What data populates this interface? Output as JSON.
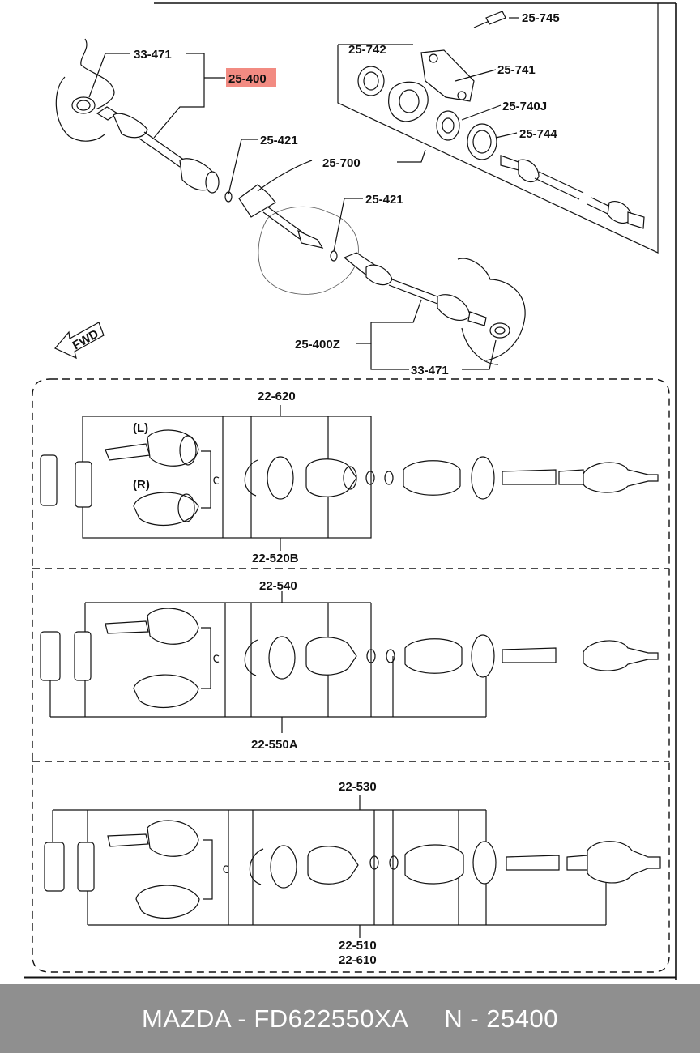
{
  "header_labels": {
    "p33_471_top": "33-471",
    "p25_400": "25-400",
    "p25_421_a": "25-421",
    "p25_421_b": "25-421",
    "p25_700": "25-700",
    "p25_745": "25-745",
    "p25_742": "25-742",
    "p25_741": "25-741",
    "p25_740j": "25-740J",
    "p25_744": "25-744",
    "p25_400z": "25-400Z",
    "p33_471_bottom": "33-471",
    "fwd": "FWD"
  },
  "highlight_color": "#f28b82",
  "section1": {
    "top_label": "22-620",
    "bottom_label": "22-520B",
    "left_tag": "(L)",
    "right_tag": "(R)"
  },
  "section2": {
    "top_label": "22-540",
    "bottom_label": "22-550A"
  },
  "section3": {
    "top_label": "22-530",
    "bottom_label_1": "22-510",
    "bottom_label_2": "22-610"
  },
  "footer": {
    "caption": "MAZDA - FD622550XA     N - 25400",
    "background": "#8f8f8f"
  }
}
